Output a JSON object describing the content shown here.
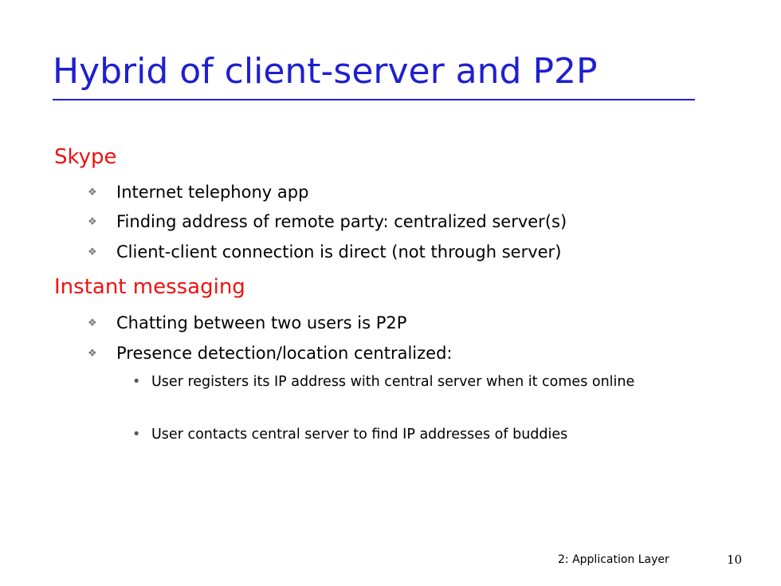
{
  "slide": {
    "title": "Hybrid of client-server and P2P",
    "sections": [
      {
        "heading": "Skype",
        "bullets": [
          "Internet telephony app",
          "Finding address of remote party: centralized server(s)",
          "Client-client connection is direct (not through server)"
        ]
      },
      {
        "heading": "Instant messaging",
        "bullets": [
          "Chatting between two users is P2P",
          "Presence detection/location centralized:"
        ],
        "sub_bullets": [
          "User registers its IP address with central server when it comes online",
          "User contacts central server to find IP addresses of buddies"
        ]
      }
    ],
    "footer": "2: Application Layer",
    "page_number": "10",
    "bullet_glyph": "❖",
    "sub_bullet_glyph": "•"
  },
  "colors": {
    "title": "#1f1fd0",
    "section_heading": "#ee1111",
    "body_text": "#000000"
  },
  "icons": {
    "bullet": "diamond-bullet-icon",
    "sub_bullet": "dot-bullet-icon"
  }
}
